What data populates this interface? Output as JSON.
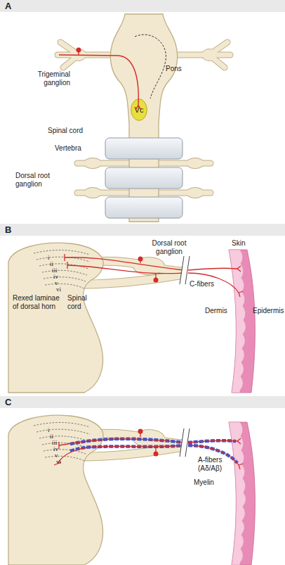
{
  "diagram": {
    "nodes": [
      {
        "text": [
          "A"
        ]
      },
      {
        "text": [
          "Vc"
        ]
      },
      {
        "text": [
          "B"
        ]
      },
      {
        "text": [
          "C"
        ]
      }
    ],
    "labels": [
      "Pons",
      "Trigeminal ganglion",
      "Spinal cord",
      "Vertebra",
      "Dorsal root ganglion",
      "Dorsal root ganglion",
      "Skin",
      "i",
      "ii",
      "iii",
      "iv",
      "v",
      "vi",
      "Rexed laminae of dorsal horn",
      "Spinal cord",
      "C-fibers",
      "Dermis",
      "Epidermis",
      "i",
      "ii",
      "iii",
      "iv",
      "v",
      "vi",
      "A-fibers (Aδ/Aβ)",
      "Myelin"
    ]
  }
}
